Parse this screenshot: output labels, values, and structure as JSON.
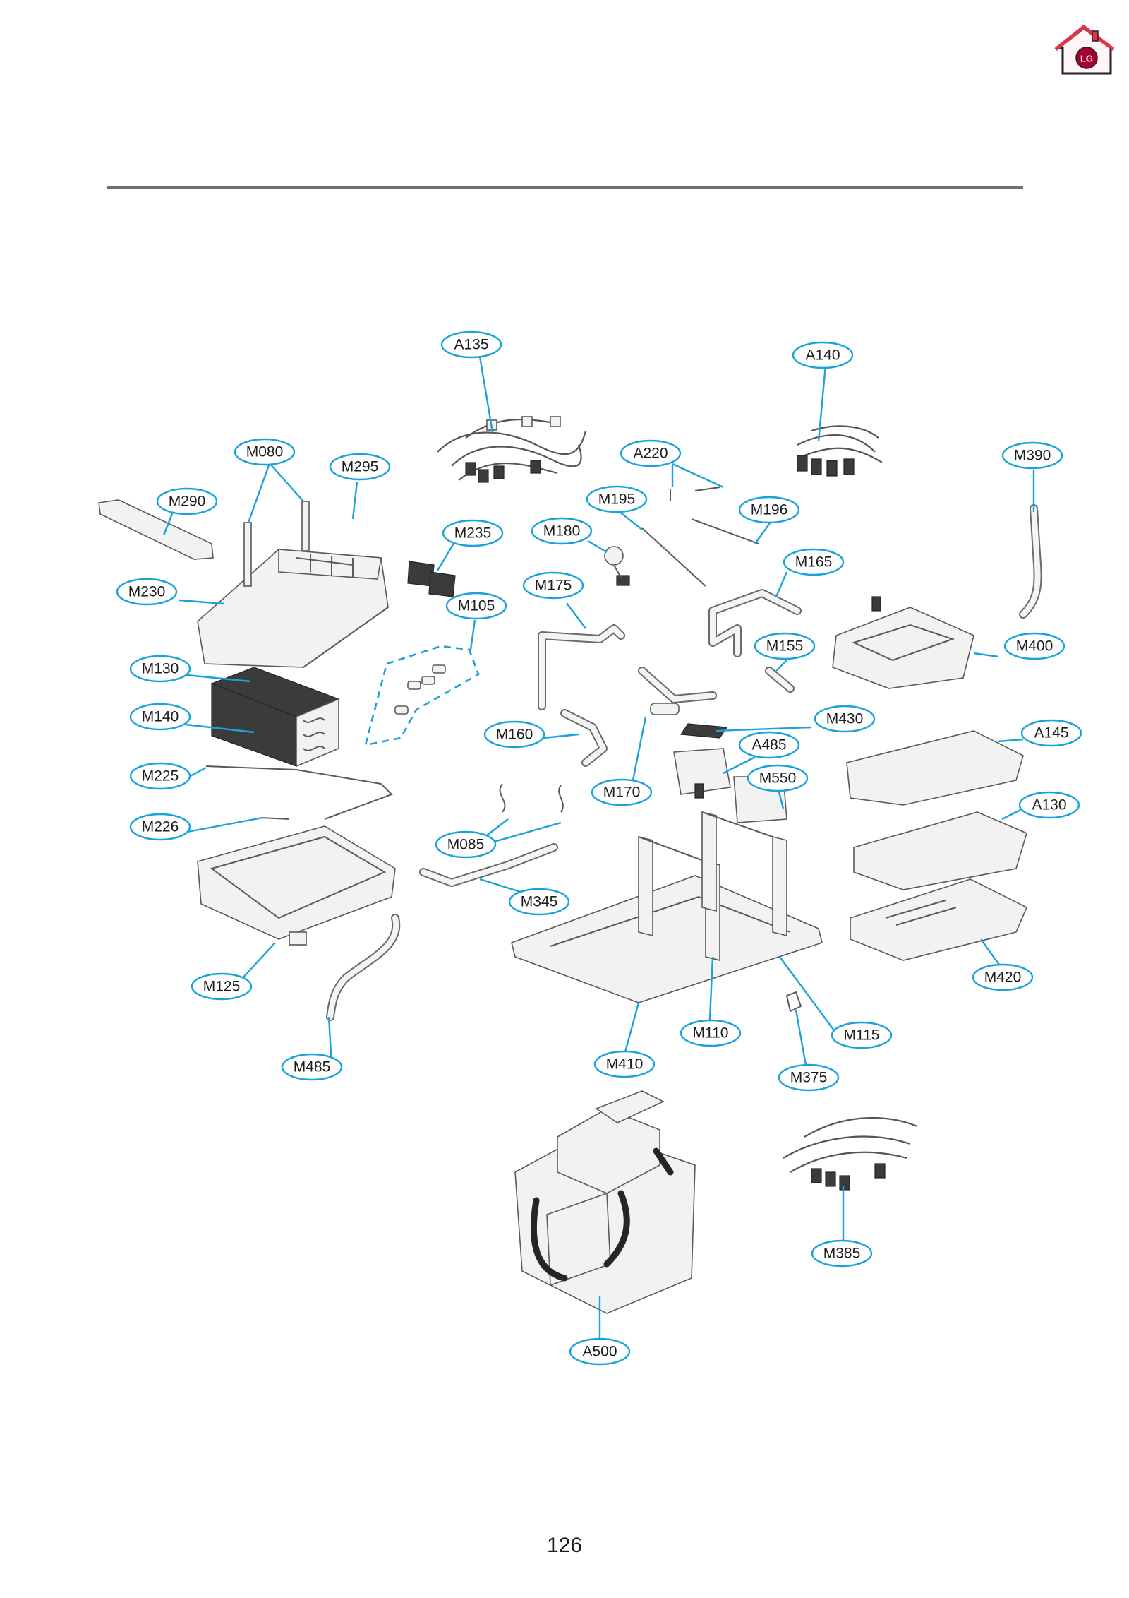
{
  "page": {
    "number": "126"
  },
  "brand": {
    "logo_text": "LG",
    "logo_color": "#a50034",
    "house_color": "#e0364a"
  },
  "colors": {
    "callout": "#1aa3d9",
    "rule": "#707070"
  },
  "callouts": [
    {
      "id": "A135",
      "text": "A135"
    },
    {
      "id": "A140",
      "text": "A140"
    },
    {
      "id": "M080",
      "text": "M080"
    },
    {
      "id": "M295",
      "text": "M295"
    },
    {
      "id": "A220",
      "text": "A220"
    },
    {
      "id": "M390",
      "text": "M390"
    },
    {
      "id": "M290",
      "text": "M290"
    },
    {
      "id": "M195",
      "text": "M195"
    },
    {
      "id": "M196",
      "text": "M196"
    },
    {
      "id": "M235",
      "text": "M235"
    },
    {
      "id": "M180",
      "text": "M180"
    },
    {
      "id": "M165",
      "text": "M165"
    },
    {
      "id": "M230",
      "text": "M230"
    },
    {
      "id": "M175",
      "text": "M175"
    },
    {
      "id": "M105",
      "text": "M105"
    },
    {
      "id": "M155",
      "text": "M155"
    },
    {
      "id": "M400",
      "text": "M400"
    },
    {
      "id": "M130",
      "text": "M130"
    },
    {
      "id": "M140",
      "text": "M140"
    },
    {
      "id": "M430",
      "text": "M430"
    },
    {
      "id": "A145",
      "text": "A145"
    },
    {
      "id": "M160",
      "text": "M160"
    },
    {
      "id": "A485",
      "text": "A485"
    },
    {
      "id": "M225",
      "text": "M225"
    },
    {
      "id": "M550",
      "text": "M550"
    },
    {
      "id": "M170",
      "text": "M170"
    },
    {
      "id": "A130",
      "text": "A130"
    },
    {
      "id": "M226",
      "text": "M226"
    },
    {
      "id": "M085",
      "text": "M085"
    },
    {
      "id": "M345",
      "text": "M345"
    },
    {
      "id": "M420",
      "text": "M420"
    },
    {
      "id": "M125",
      "text": "M125"
    },
    {
      "id": "M110",
      "text": "M110"
    },
    {
      "id": "M115",
      "text": "M115"
    },
    {
      "id": "M410",
      "text": "M410"
    },
    {
      "id": "M485",
      "text": "M485"
    },
    {
      "id": "M375",
      "text": "M375"
    },
    {
      "id": "M385",
      "text": "M385"
    },
    {
      "id": "A500",
      "text": "A500"
    }
  ]
}
